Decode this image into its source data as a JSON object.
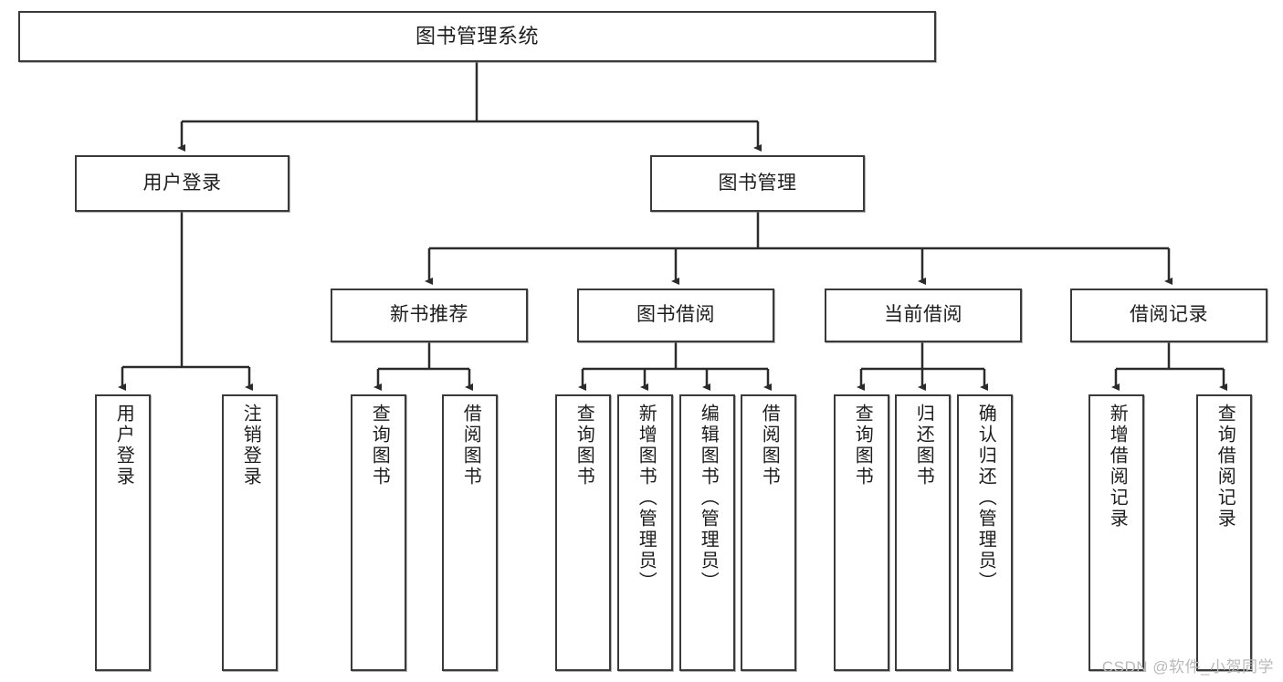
{
  "diagram": {
    "type": "tree",
    "title": "图书管理系统",
    "root": {
      "label": "图书管理系统"
    },
    "level2": [
      {
        "label": "用户登录"
      },
      {
        "label": "图书管理"
      }
    ],
    "level3": [
      {
        "label": "新书推荐"
      },
      {
        "label": "图书借阅"
      },
      {
        "label": "当前借阅"
      },
      {
        "label": "借阅记录"
      }
    ],
    "leaves": {
      "user_login": [
        {
          "label": "用户登录"
        },
        {
          "label": "注销登录"
        }
      ],
      "new_book_recommend": [
        {
          "label": "查询图书"
        },
        {
          "label": "借阅图书"
        }
      ],
      "book_borrow": [
        {
          "label": "查询图书"
        },
        {
          "label": "新增图书（管理员）"
        },
        {
          "label": "编辑图书（管理员）"
        },
        {
          "label": "借阅图书"
        }
      ],
      "current_borrow": [
        {
          "label": "查询图书"
        },
        {
          "label": "归还图书"
        },
        {
          "label": "确认归还（管理员）"
        }
      ],
      "borrow_record": [
        {
          "label": "新增借阅记录"
        },
        {
          "label": "查询借阅记录"
        }
      ]
    }
  },
  "watermark": {
    "text": "CSDN @软件_小贺同学"
  },
  "colors": {
    "box_border": "#3a3a3a",
    "box_fill": "#ffffff",
    "text": "#1d1d1d",
    "edge": "#2b2b2b",
    "watermark": "#b9b9b9",
    "background": "#ffffff"
  }
}
